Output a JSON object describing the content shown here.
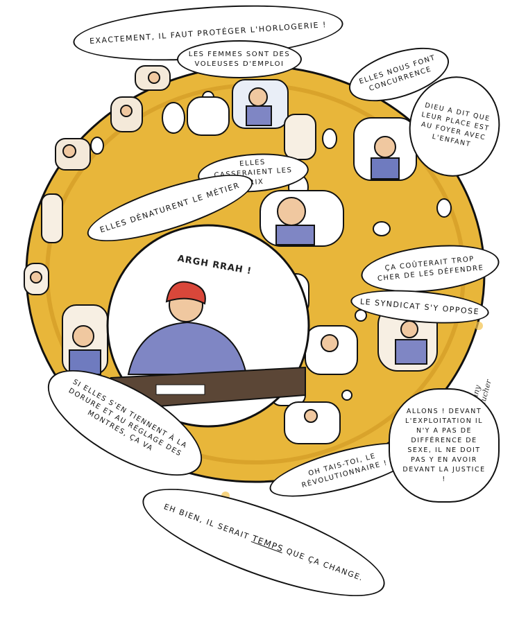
{
  "colors": {
    "gold": "#e8b63a",
    "gold_dark": "#c98f1c",
    "outline": "#111111",
    "skin": "#f0c8a0",
    "shirt": "#7f86c4",
    "cap": "#d9473a"
  },
  "bubbles": {
    "b1": "Exactement, il faut protéger l'horlogerie !",
    "b2": "Les femmes sont des voleuses d'emploi",
    "b3": "Elles nous font concurrence",
    "b4": "Dieu a dit que leur place est au foyer avec l'enfant",
    "b5": "Elles casseraient les prix",
    "b6": "Elles dénaturent le métier",
    "b7": "Ça coûterait trop cher de les défendre",
    "b8": "Le syndicat s'y oppose",
    "b9": "Si elles s'en tiennent à la dorure et au réglage des montres, ça va",
    "b10": "Oh tais-toi, le révolutionnaire !",
    "b11": "Allons ! Devant l'exploitation il n'y a pas de différence de sexe, il ne doit pas y en avoir devant la justice !",
    "b12a": "Eh bien, il serait ",
    "b12b": "temps",
    "b12c": " que ça change."
  },
  "scribble": "ARGH RRAH !",
  "signature": "Fanny Vaucher"
}
